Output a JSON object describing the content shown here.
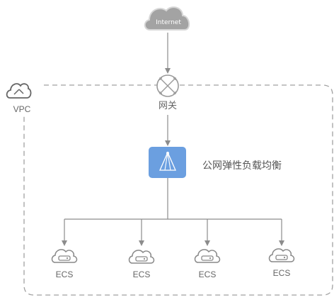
{
  "internet": {
    "label": "Internet"
  },
  "vpc": {
    "label": "VPC"
  },
  "gateway": {
    "label": "网关"
  },
  "elb": {
    "label": "公网弹性负载均衡"
  },
  "ecs": [
    {
      "label": "ECS"
    },
    {
      "label": "ECS"
    },
    {
      "label": "ECS"
    },
    {
      "label": "ECS"
    }
  ],
  "colors": {
    "line": "#8c8c8c",
    "icon": "#9a9a9a",
    "internet_cloud": "#a3a3a3",
    "elb_fill": "#6b9fe0",
    "text": "#666666"
  }
}
